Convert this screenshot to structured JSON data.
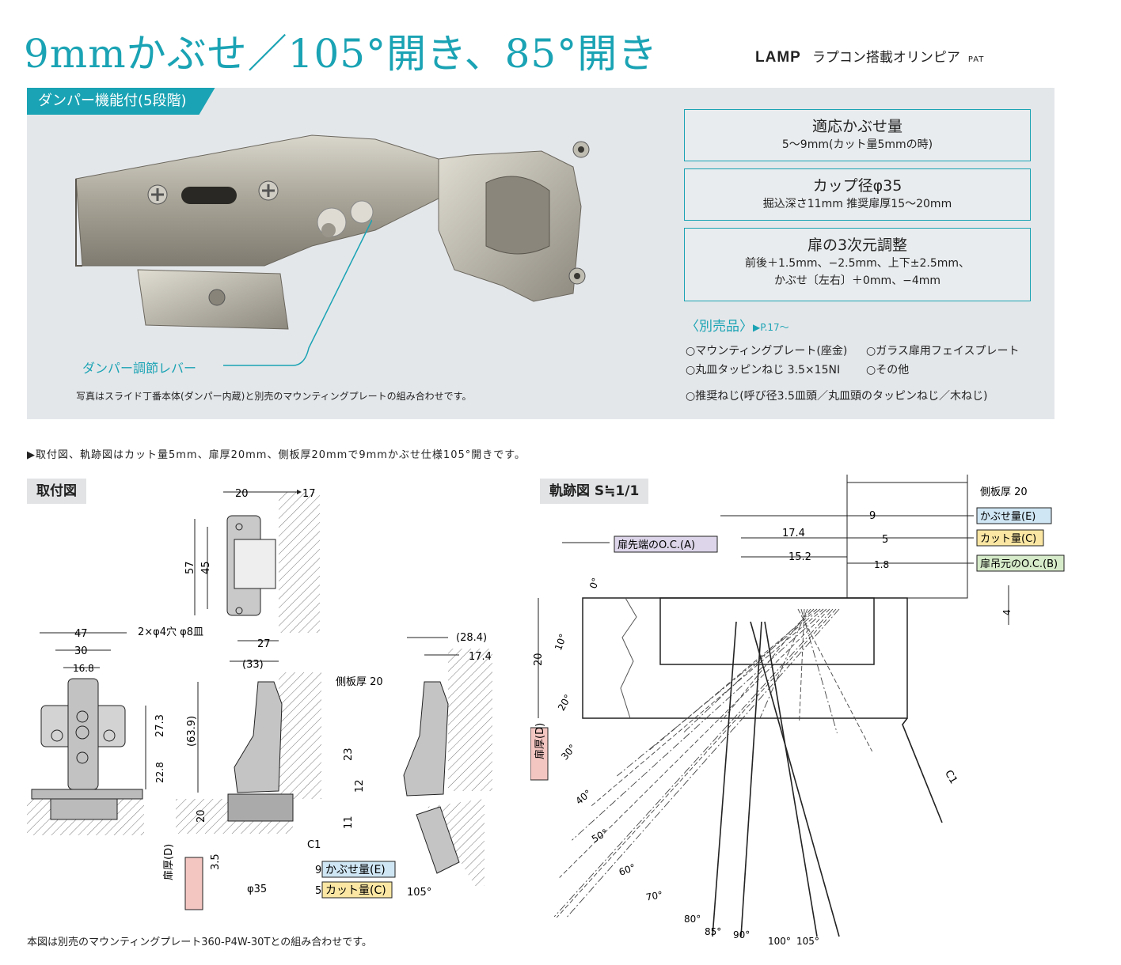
{
  "header": {
    "title": "9mmかぶせ／105°開き、85°開き",
    "brand_logo": "LAMP",
    "brand_product": "ラプコン搭載オリンピア",
    "brand_pat": "PAT"
  },
  "hero": {
    "tag": "ダンパー機能付(5段階)",
    "lever_label": "ダンパー調節レバー",
    "photo_note": "写真はスライド丁番本体(ダンパー内蔵)と別売のマウンティングプレートの組み合わせです。",
    "specs": [
      {
        "title": "適応かぶせ量",
        "lines": [
          "5〜9mm(カット量5mmの時)"
        ]
      },
      {
        "title": "カップ径φ35",
        "lines": [
          "掘込深さ11mm 推奨扉厚15〜20mm"
        ]
      },
      {
        "title": "扉の3次元調整",
        "lines": [
          "前後＋1.5mm、−2.5mm、上下±2.5mm、",
          "かぶせ〔左右〕＋0mm、−4mm"
        ]
      }
    ],
    "separate": {
      "label": "〈別売品〉",
      "page": "▶P.17〜"
    },
    "options": [
      "○マウンティングプレート(座金)",
      "○ガラス扉用フェイスプレート",
      "○丸皿タッピンねじ 3.5×15NI",
      "○その他",
      "○推奨ねじ(呼び径3.5皿頭／丸皿頭のタッピンねじ／木ねじ)"
    ]
  },
  "note": "▶取付図、軌跡図はカット量5mm、扉厚20mm、側板厚20mmで9mmかぶせ仕様105°開きです。",
  "mount": {
    "heading": "取付図",
    "dims": {
      "d20": "20",
      "d17": "17",
      "d57": "57",
      "d45": "45",
      "holes": "2×φ4穴 φ8皿",
      "d27": "27",
      "d47": "47",
      "d30": "30",
      "d16_8": "16.8",
      "d27_3": "27.3",
      "d22_8": "22.8",
      "d33": "(33)",
      "side": "側板厚 20",
      "d63_9": "(63.9)",
      "d23": "23",
      "d12": "12",
      "d11": "11",
      "d20b": "20",
      "d3_5": "3.5",
      "c1": "C1",
      "d9": "9",
      "d5": "5",
      "phi35": "φ35",
      "d28_4": "(28.4)",
      "d17_4": "17.4",
      "a105": "105°"
    },
    "label_D": "扉厚(D)",
    "label_E": "かぶせ量(E)",
    "label_C": "カット量(C)"
  },
  "trace": {
    "heading": "軌跡図 S≒1/1",
    "side": "側板厚 20",
    "label_E": "かぶせ量(E)",
    "label_C": "カット量(C)",
    "label_B": "扉吊元のO.C.(B)",
    "label_A": "扉先端のO.C.(A)",
    "label_D": "扉厚(D)",
    "dims": {
      "d9": "9",
      "d5": "5",
      "d1_8": "1.8",
      "d17_4": "17.4",
      "d15_2": "15.2",
      "d4": "4",
      "d20": "20",
      "c1": "C1"
    },
    "angles": [
      "0°",
      "10°",
      "20°",
      "30°",
      "40°",
      "50°",
      "60°",
      "70°",
      "80°",
      "85°",
      "90°",
      "100°",
      "105°"
    ]
  },
  "footer": "本図は別売のマウンティングプレート360-P4W-30Tとの組み合わせです。",
  "colors": {
    "accent": "#1aa3b4",
    "E": "#cfe6f4",
    "C": "#fbe7a3",
    "B": "#d6ebc9",
    "A": "#ddd6ea",
    "D": "#f4c6c2"
  }
}
